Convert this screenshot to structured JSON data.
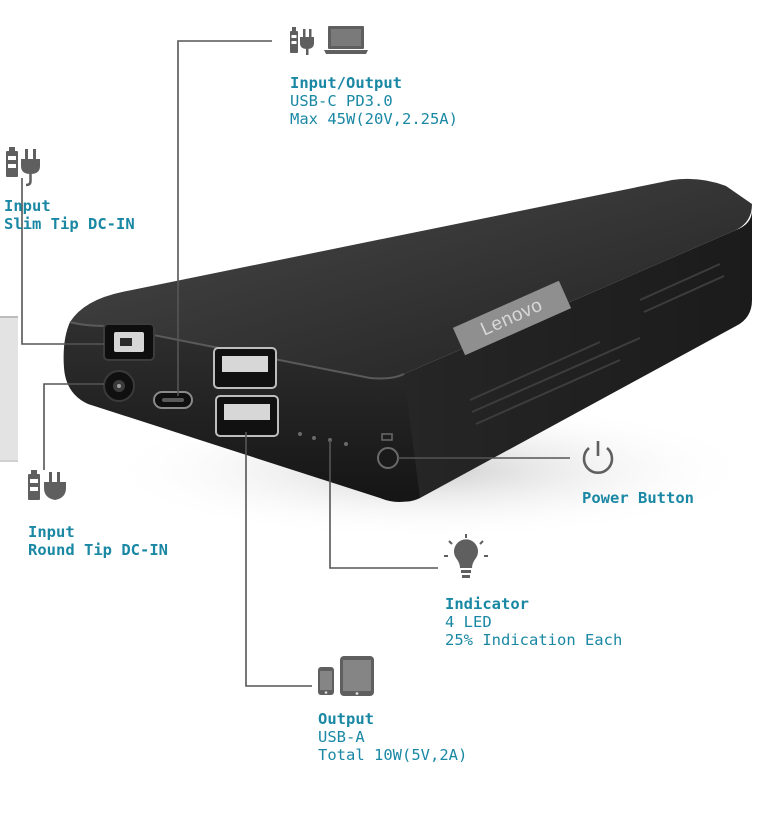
{
  "callouts": {
    "usb_c": {
      "title": "Input/Output",
      "line2": "USB-C PD3.0",
      "line3": "Max 45W(20V,2.25A)",
      "icons": [
        "battery-plug-icon",
        "laptop-icon"
      ]
    },
    "slim_tip": {
      "title": "Input",
      "line2": "Slim Tip DC-IN",
      "icons": [
        "battery-plug-icon"
      ]
    },
    "round_tip": {
      "title": "Input",
      "line2": "Round Tip DC-IN",
      "icons": [
        "battery-plug-icon"
      ]
    },
    "power": {
      "title": "Power Button",
      "icons": [
        "power-icon"
      ]
    },
    "indicator": {
      "title": "Indicator",
      "line2": "4 LED",
      "line3": "25% Indication Each",
      "icons": [
        "lightbulb-icon"
      ]
    },
    "usb_a": {
      "title": "Output",
      "line2": "USB-A",
      "line3": "Total 10W(5V,2A)",
      "icons": [
        "phone-icon",
        "tablet-icon"
      ]
    }
  },
  "device": {
    "brand_logo": "Lenovo"
  },
  "colors": {
    "label_text": "#1a88a4",
    "icon_gray": "#5f5f5f",
    "device_body": "#2a2a2a",
    "leader_line": "#555555"
  }
}
